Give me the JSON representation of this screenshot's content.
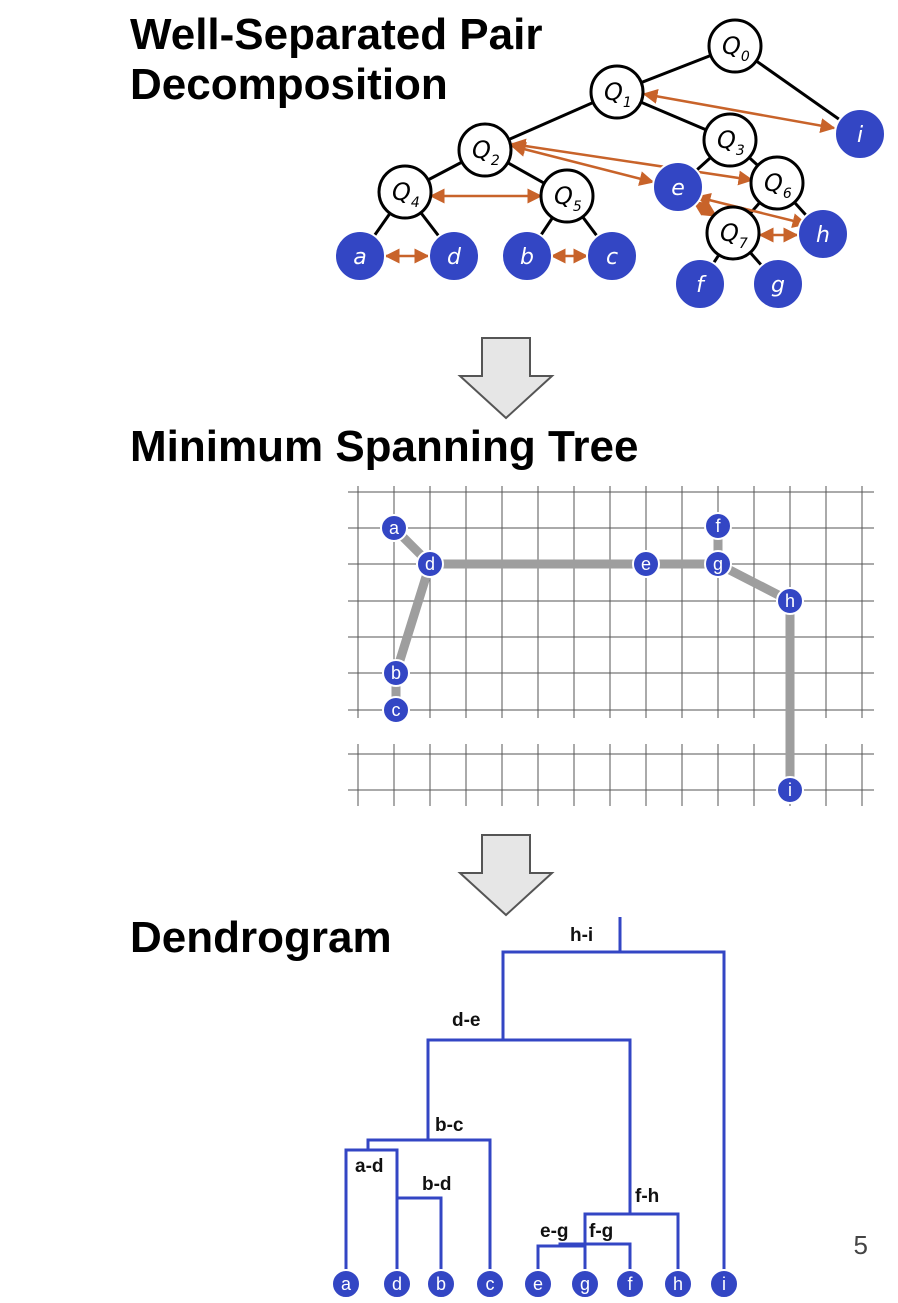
{
  "titles": {
    "wspd": "Well-Separated Pair\nDecomposition",
    "mst": "Minimum Spanning Tree",
    "dendrogram": "Dendrogram"
  },
  "page_number": "5",
  "wspd": {
    "internal_nodes": [
      {
        "id": "Q0",
        "letter": "Q",
        "sub": "0"
      },
      {
        "id": "Q1",
        "letter": "Q",
        "sub": "1"
      },
      {
        "id": "Q2",
        "letter": "Q",
        "sub": "2"
      },
      {
        "id": "Q3",
        "letter": "Q",
        "sub": "3"
      },
      {
        "id": "Q4",
        "letter": "Q",
        "sub": "4"
      },
      {
        "id": "Q5",
        "letter": "Q",
        "sub": "5"
      },
      {
        "id": "Q6",
        "letter": "Q",
        "sub": "6"
      },
      {
        "id": "Q7",
        "letter": "Q",
        "sub": "7"
      }
    ],
    "leaves": [
      "a",
      "d",
      "b",
      "c",
      "e",
      "f",
      "g",
      "h",
      "i"
    ],
    "tree_edges": [
      [
        "Q0",
        "Q1"
      ],
      [
        "Q0",
        "i"
      ],
      [
        "Q1",
        "Q2"
      ],
      [
        "Q1",
        "Q3"
      ],
      [
        "Q2",
        "Q4"
      ],
      [
        "Q2",
        "Q5"
      ],
      [
        "Q4",
        "a"
      ],
      [
        "Q4",
        "d"
      ],
      [
        "Q5",
        "b"
      ],
      [
        "Q5",
        "c"
      ],
      [
        "Q3",
        "e"
      ],
      [
        "Q3",
        "Q6"
      ],
      [
        "Q6",
        "Q7"
      ],
      [
        "Q6",
        "h"
      ],
      [
        "Q7",
        "f"
      ],
      [
        "Q7",
        "g"
      ]
    ],
    "pairs": [
      [
        "a",
        "d"
      ],
      [
        "b",
        "c"
      ],
      [
        "Q4",
        "Q5"
      ],
      [
        "Q1",
        "i"
      ],
      [
        "Q2",
        "e"
      ],
      [
        "Q2",
        "Q6"
      ],
      [
        "e",
        "h"
      ],
      [
        "Q7",
        "h"
      ]
    ]
  },
  "mst": {
    "nodes": [
      "a",
      "d",
      "b",
      "c",
      "e",
      "f",
      "g",
      "h",
      "i"
    ],
    "edges": [
      [
        "a",
        "d"
      ],
      [
        "d",
        "b"
      ],
      [
        "b",
        "c"
      ],
      [
        "d",
        "e"
      ],
      [
        "e",
        "g"
      ],
      [
        "f",
        "g"
      ],
      [
        "g",
        "h"
      ],
      [
        "h",
        "i"
      ]
    ]
  },
  "dendrogram": {
    "leaves": [
      "a",
      "d",
      "b",
      "c",
      "e",
      "g",
      "f",
      "h",
      "i"
    ],
    "merges": [
      "a-d",
      "b-d",
      "b-c",
      "e-g",
      "f-g",
      "f-h",
      "d-e",
      "h-i"
    ]
  }
}
